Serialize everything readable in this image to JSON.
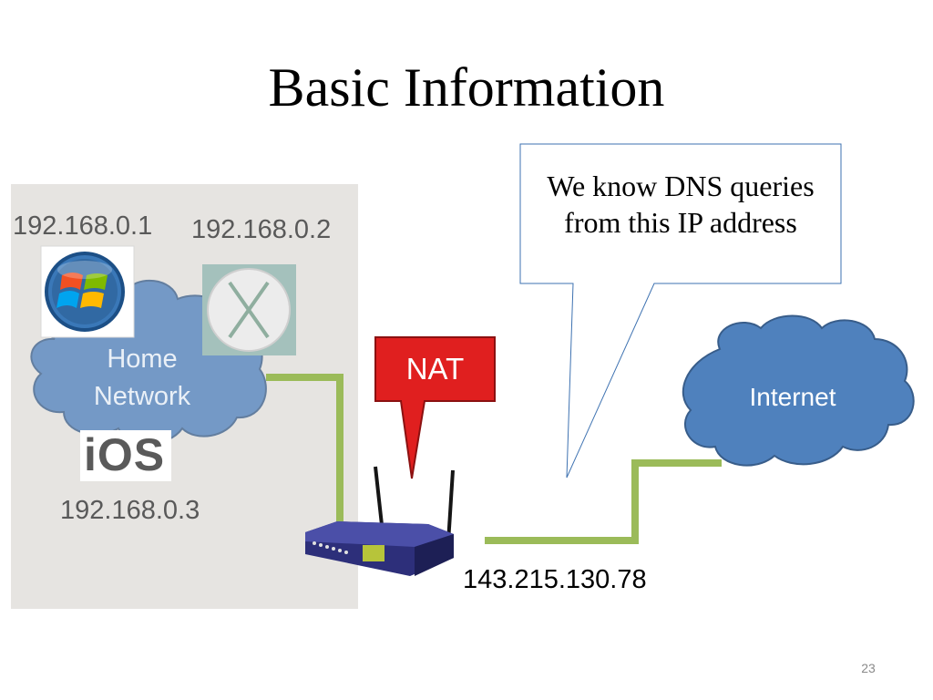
{
  "slide": {
    "title": "Basic Information",
    "page_number": "23"
  },
  "home_network": {
    "label_line1": "Home",
    "label_line2": "Network",
    "devices": [
      {
        "ip": "192.168.0.1",
        "icon": "windows-logo-icon"
      },
      {
        "ip": "192.168.0.2",
        "icon": "mac-os-x-logo-icon"
      },
      {
        "ip": "192.168.0.3",
        "icon": "ios-logo-icon"
      }
    ],
    "ios_logo_text": "iOS"
  },
  "router": {
    "nat_label": "NAT",
    "public_ip": "143.215.130.78",
    "icon": "wireless-router-icon"
  },
  "internet": {
    "label": "Internet"
  },
  "callout": {
    "line1": "We know DNS queries",
    "line2": "from this IP address"
  },
  "colors": {
    "cloud_fill": "#4f81bd",
    "cloud_stroke": "#385d8a",
    "link_green": "#9bbb59",
    "nat_red": "#e01f1f",
    "panel_gray": "#e6e4e1"
  }
}
